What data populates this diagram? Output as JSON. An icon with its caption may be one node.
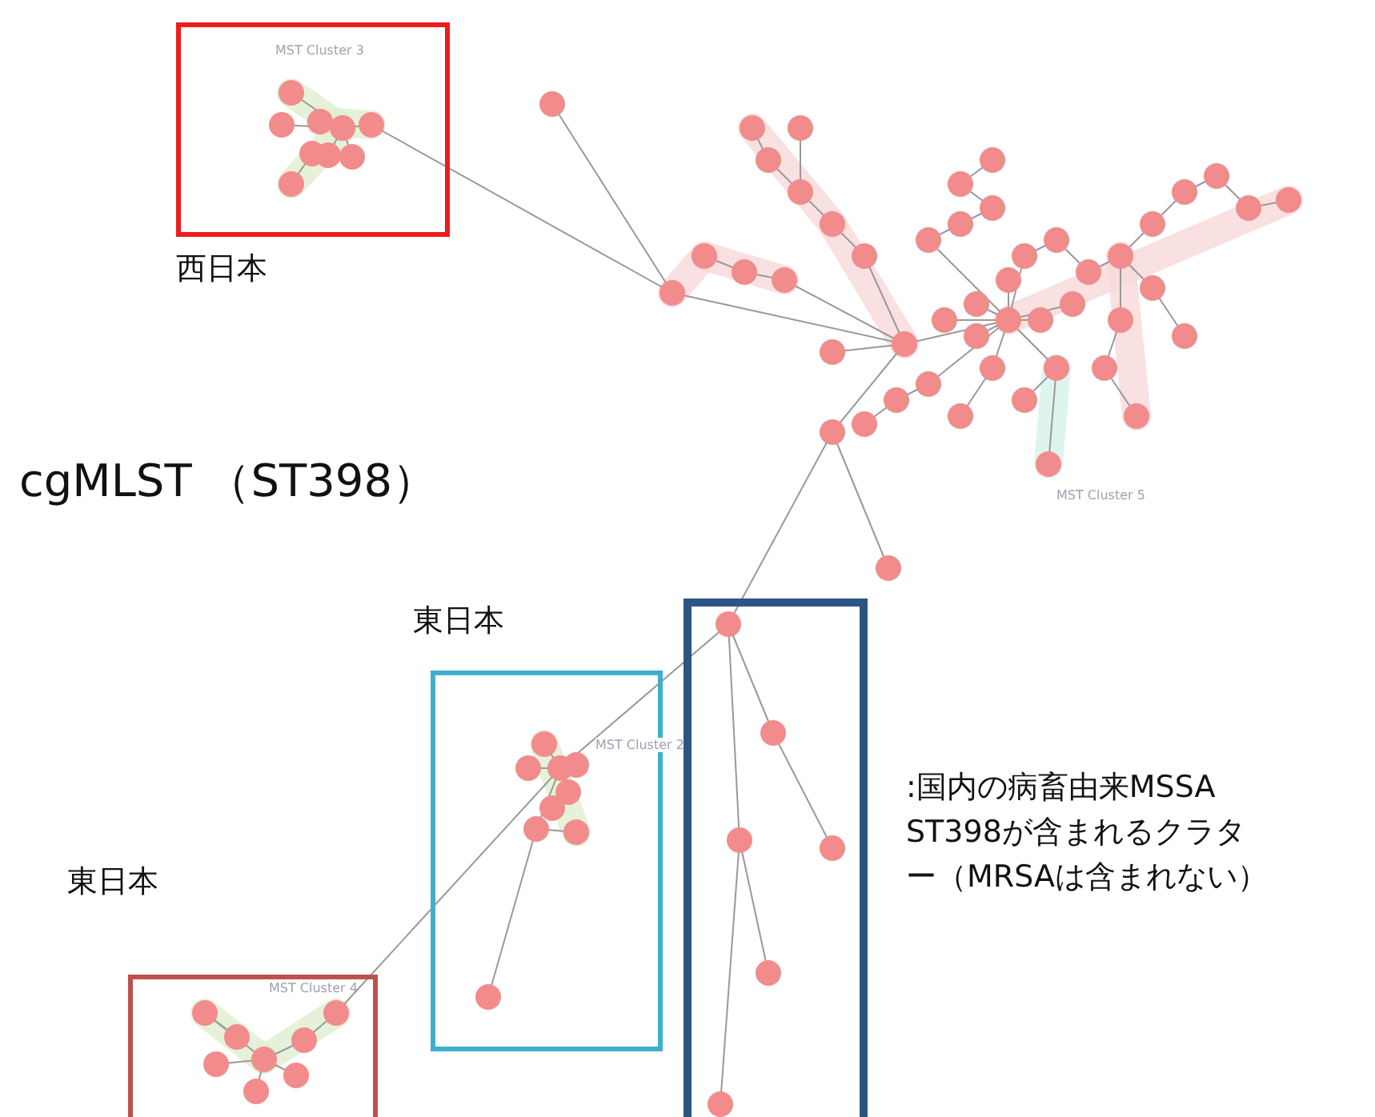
{
  "diagram": {
    "nodes": [
      {
        "text": [
          "西日本"
        ]
      },
      {
        "text": [
          "東日本"
        ]
      },
      {
        "text": [],
        "shape": "box"
      },
      {
        "text": [
          "東日本"
        ]
      }
    ],
    "labels": [
      "cgMLST （ST398）",
      "MST Cluster 3",
      "MST Cluster 5",
      "MST Cluster 2",
      "MST Cluster 4",
      ":国内の病畜由来MSSA ST398が含まれるクラター（MRSAは含まれない）"
    ]
  }
}
